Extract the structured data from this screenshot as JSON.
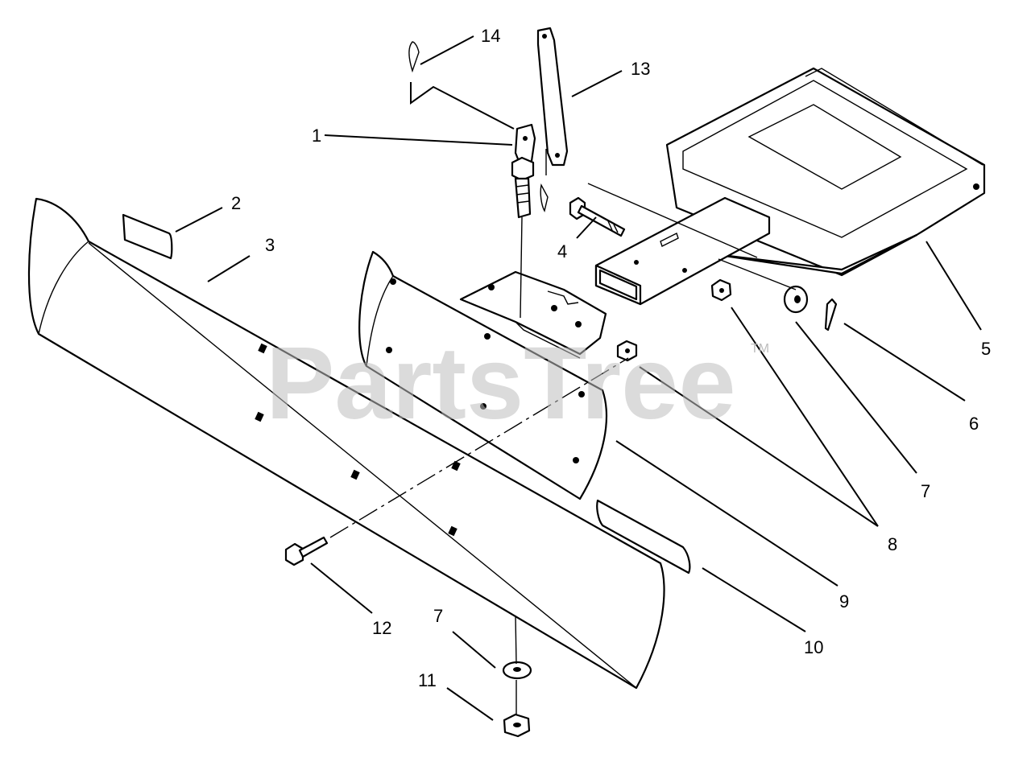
{
  "diagram": {
    "watermark": "PartsTree",
    "watermark_tm": "TM",
    "callouts": [
      {
        "id": "c1",
        "label": "1"
      },
      {
        "id": "c2",
        "label": "2"
      },
      {
        "id": "c3",
        "label": "3"
      },
      {
        "id": "c4",
        "label": "4"
      },
      {
        "id": "c5",
        "label": "5"
      },
      {
        "id": "c6",
        "label": "6"
      },
      {
        "id": "c7a",
        "label": "7"
      },
      {
        "id": "c7b",
        "label": "7"
      },
      {
        "id": "c8",
        "label": "8"
      },
      {
        "id": "c9",
        "label": "9"
      },
      {
        "id": "c10",
        "label": "10"
      },
      {
        "id": "c11",
        "label": "11"
      },
      {
        "id": "c12",
        "label": "12"
      },
      {
        "id": "c13",
        "label": "13"
      },
      {
        "id": "c14",
        "label": "14"
      }
    ]
  }
}
